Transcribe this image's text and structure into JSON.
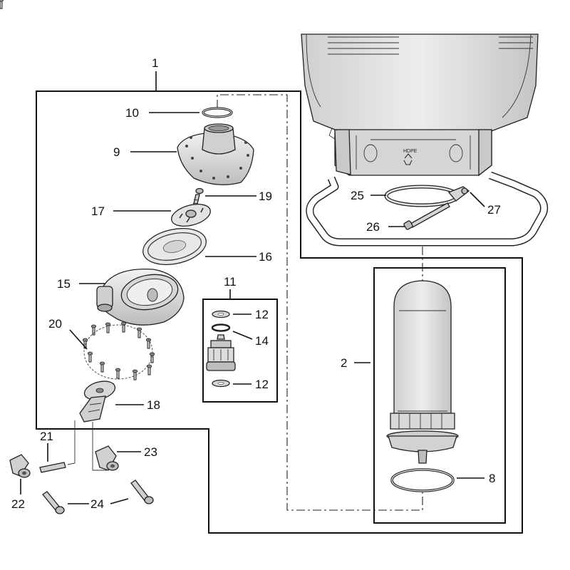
{
  "callouts": {
    "c1": "1",
    "c2": "2",
    "c8": "8",
    "c9": "9",
    "c10": "10",
    "c11": "11",
    "c12a": "12",
    "c12b": "12",
    "c14": "14",
    "c15": "15",
    "c16": "16",
    "c17": "17",
    "c18": "18",
    "c19": "19",
    "c20": "20",
    "c21": "21",
    "c22": "22",
    "c23": "23",
    "c24": "24",
    "c25": "25",
    "c26": "26",
    "c27": "27"
  },
  "colors": {
    "line": "#111111",
    "part_fill": "#e4e4e4",
    "part_shade": "#bdbdbd",
    "background": "#ffffff"
  },
  "icons": [
    "recycle-icon"
  ]
}
